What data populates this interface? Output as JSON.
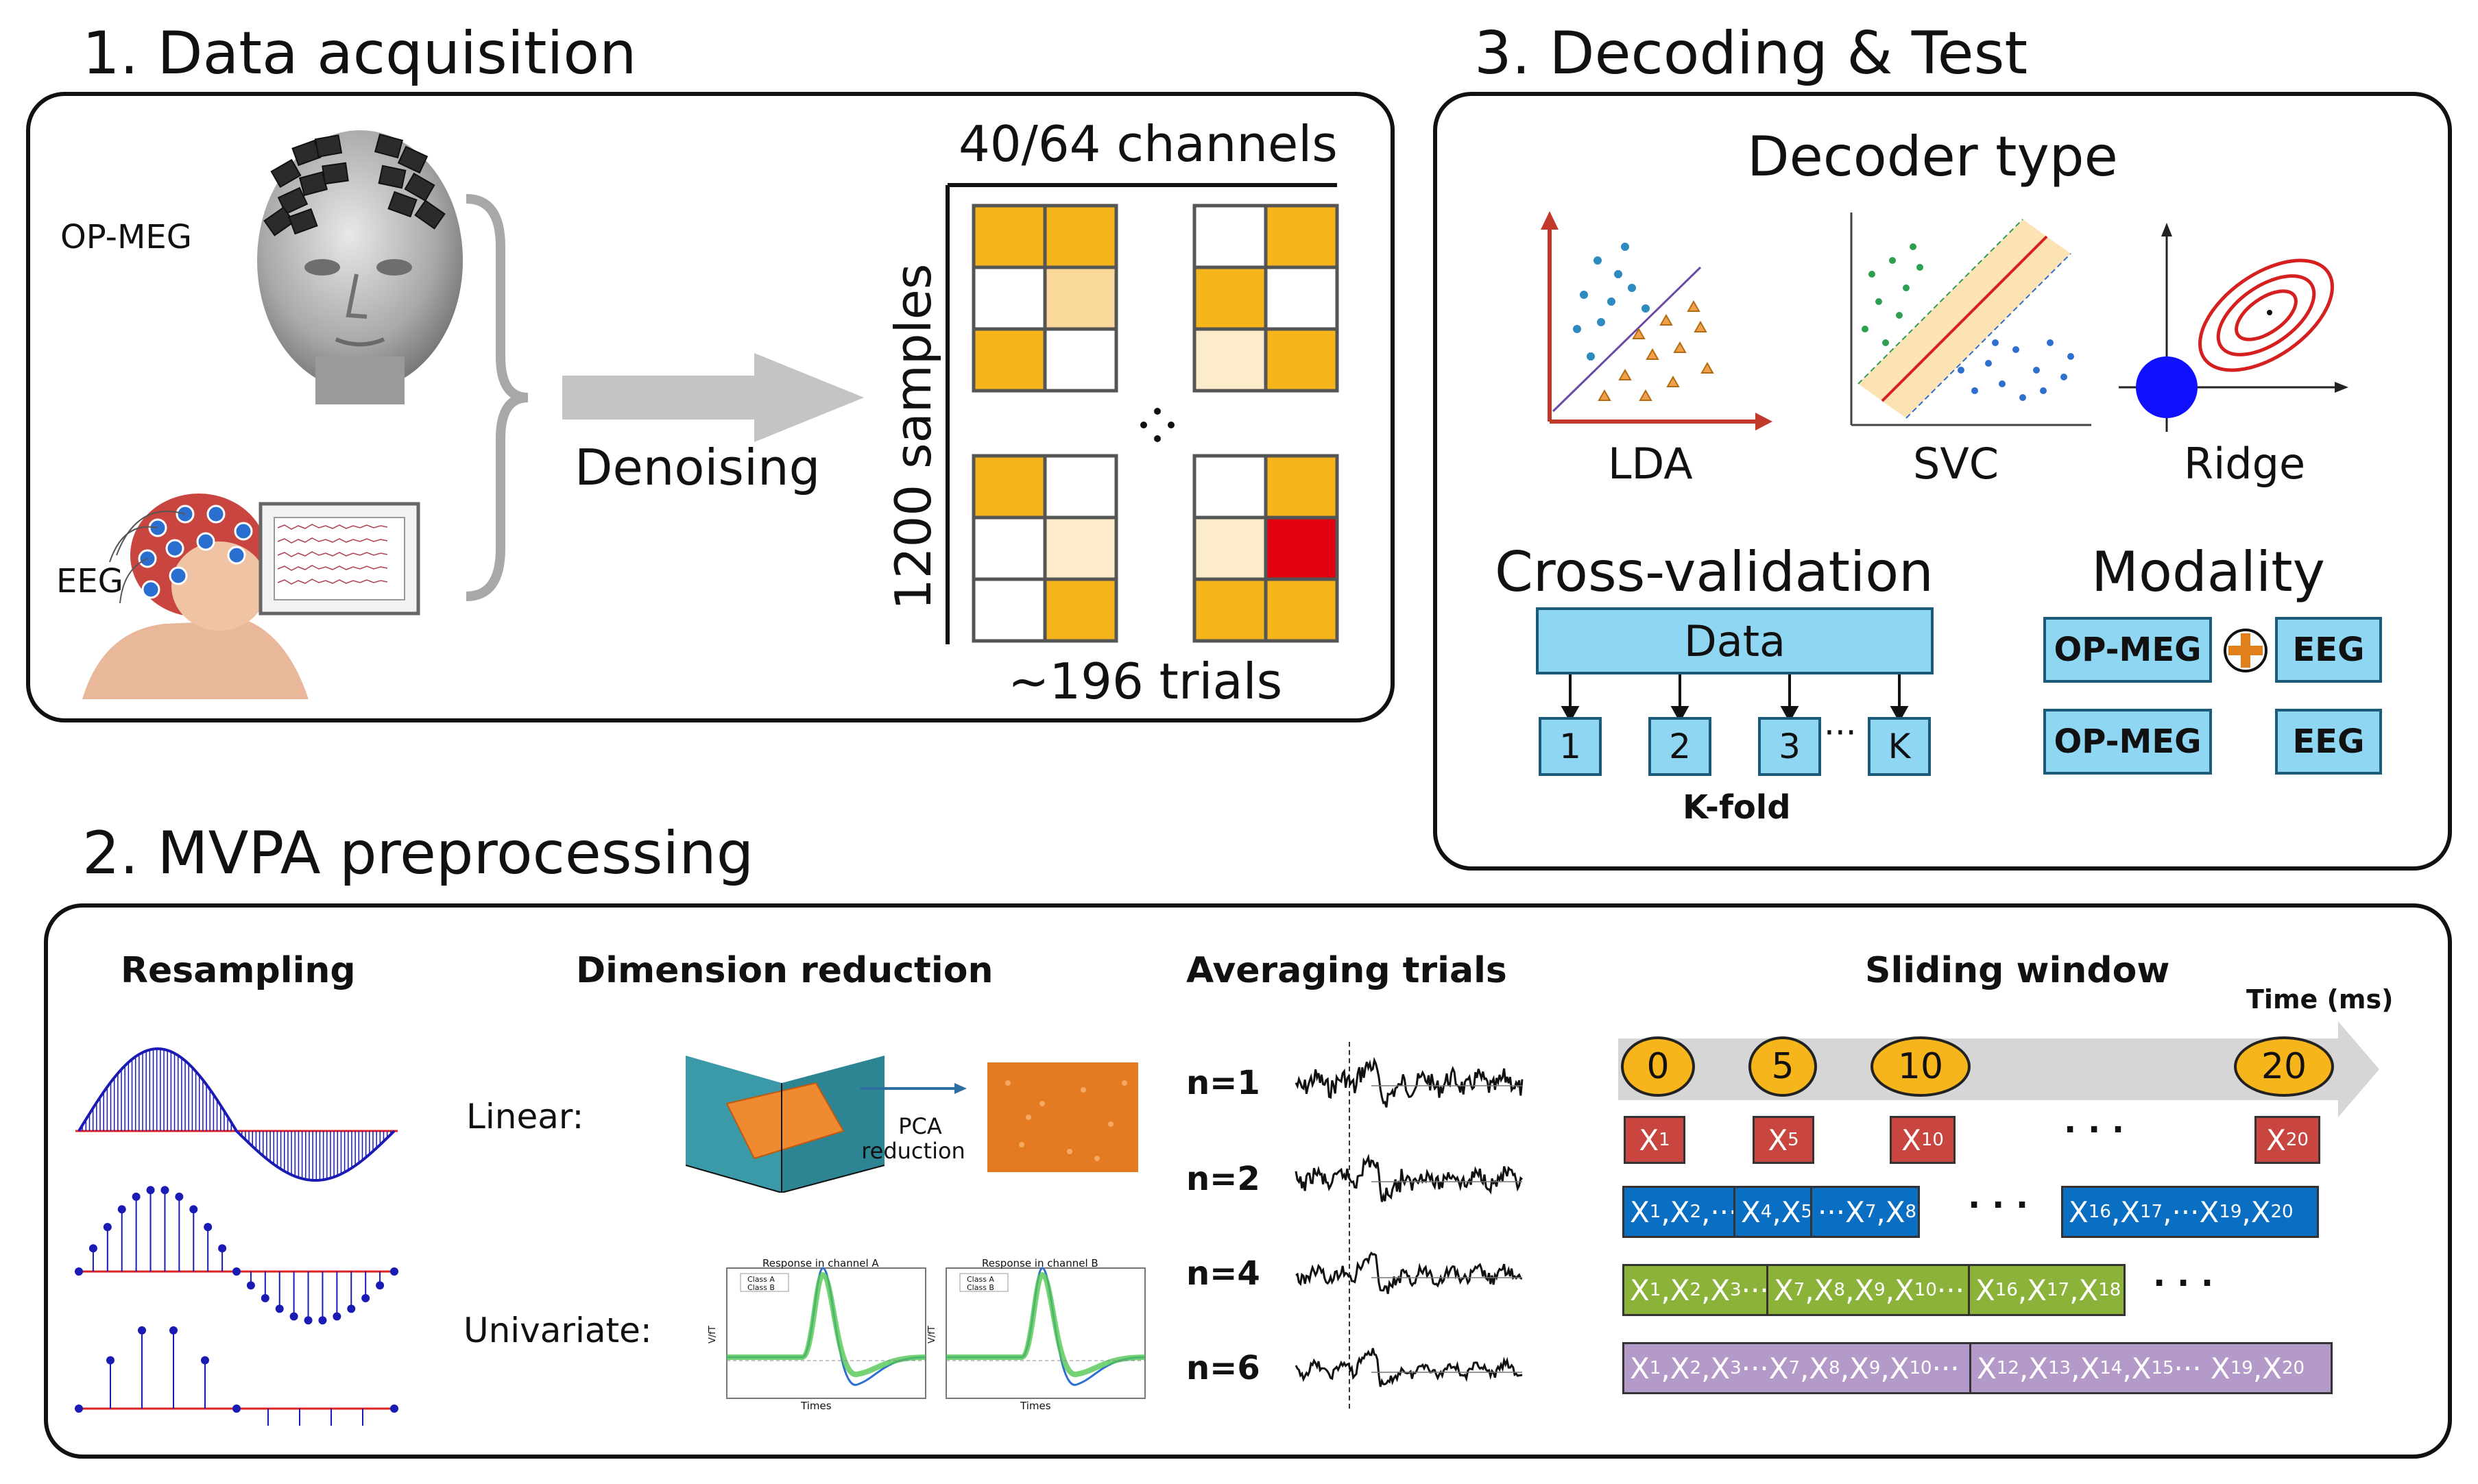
{
  "sections": {
    "acquisition_title": "1. Data acquisition",
    "decoding_title": "3. Decoding & Test",
    "mvpa_title": "2. MVPA preprocessing"
  },
  "acquisition": {
    "opmeg_label": "OP-MEG",
    "eeg_label": "EEG",
    "denoising_label": "Denoising",
    "channels_label": "40/64 channels",
    "samples_label": "1200 samples",
    "trials_label": "~196 trials"
  },
  "decoding": {
    "decoder_type_title": "Decoder type",
    "lda_label": "LDA",
    "svc_label": "SVC",
    "ridge_label": "Ridge",
    "cv_title": "Cross-validation",
    "cv_data_label": "Data",
    "folds": [
      "1",
      "2",
      "3",
      "K"
    ],
    "fold_ellipsis": "···",
    "kfold_label": "K-fold",
    "modality_title": "Modality",
    "modality_rows": [
      {
        "left": "OP-MEG",
        "right": "EEG",
        "combined": true
      },
      {
        "left": "OP-MEG",
        "right": "EEG",
        "combined": false
      }
    ]
  },
  "mvpa": {
    "resampling_title": "Resampling",
    "dimred_title": "Dimension reduction",
    "averaging_title": "Averaging trials",
    "sliding_title": "Sliding window",
    "linear_label": "Linear:",
    "univariate_label": "Univariate:",
    "pca_label_line1": "PCA",
    "pca_label_line2": "reduction",
    "channel_a_title": "Response in channel A",
    "channel_b_title": "Response in channel B",
    "class_a": "Class A",
    "class_b": "Class B",
    "times_label": "Times",
    "yaxis_label": "V/fT",
    "n_labels": [
      "n=1",
      "n=2",
      "n=4",
      "n=6"
    ],
    "time_label": "Time (ms)",
    "time_points": [
      "0",
      "5",
      "10",
      "20"
    ],
    "ellipsis": "· · ·"
  },
  "colors": {
    "orange": "#f7b51c",
    "light_orange": "#fbe0a6",
    "red": "#e3000f",
    "blue_box": "#8ed6f2",
    "window_blue": "#0a6fc2",
    "window_green": "#8bb33a",
    "window_purple": "#b49ac8",
    "stem_blue": "#1a1ab5"
  }
}
